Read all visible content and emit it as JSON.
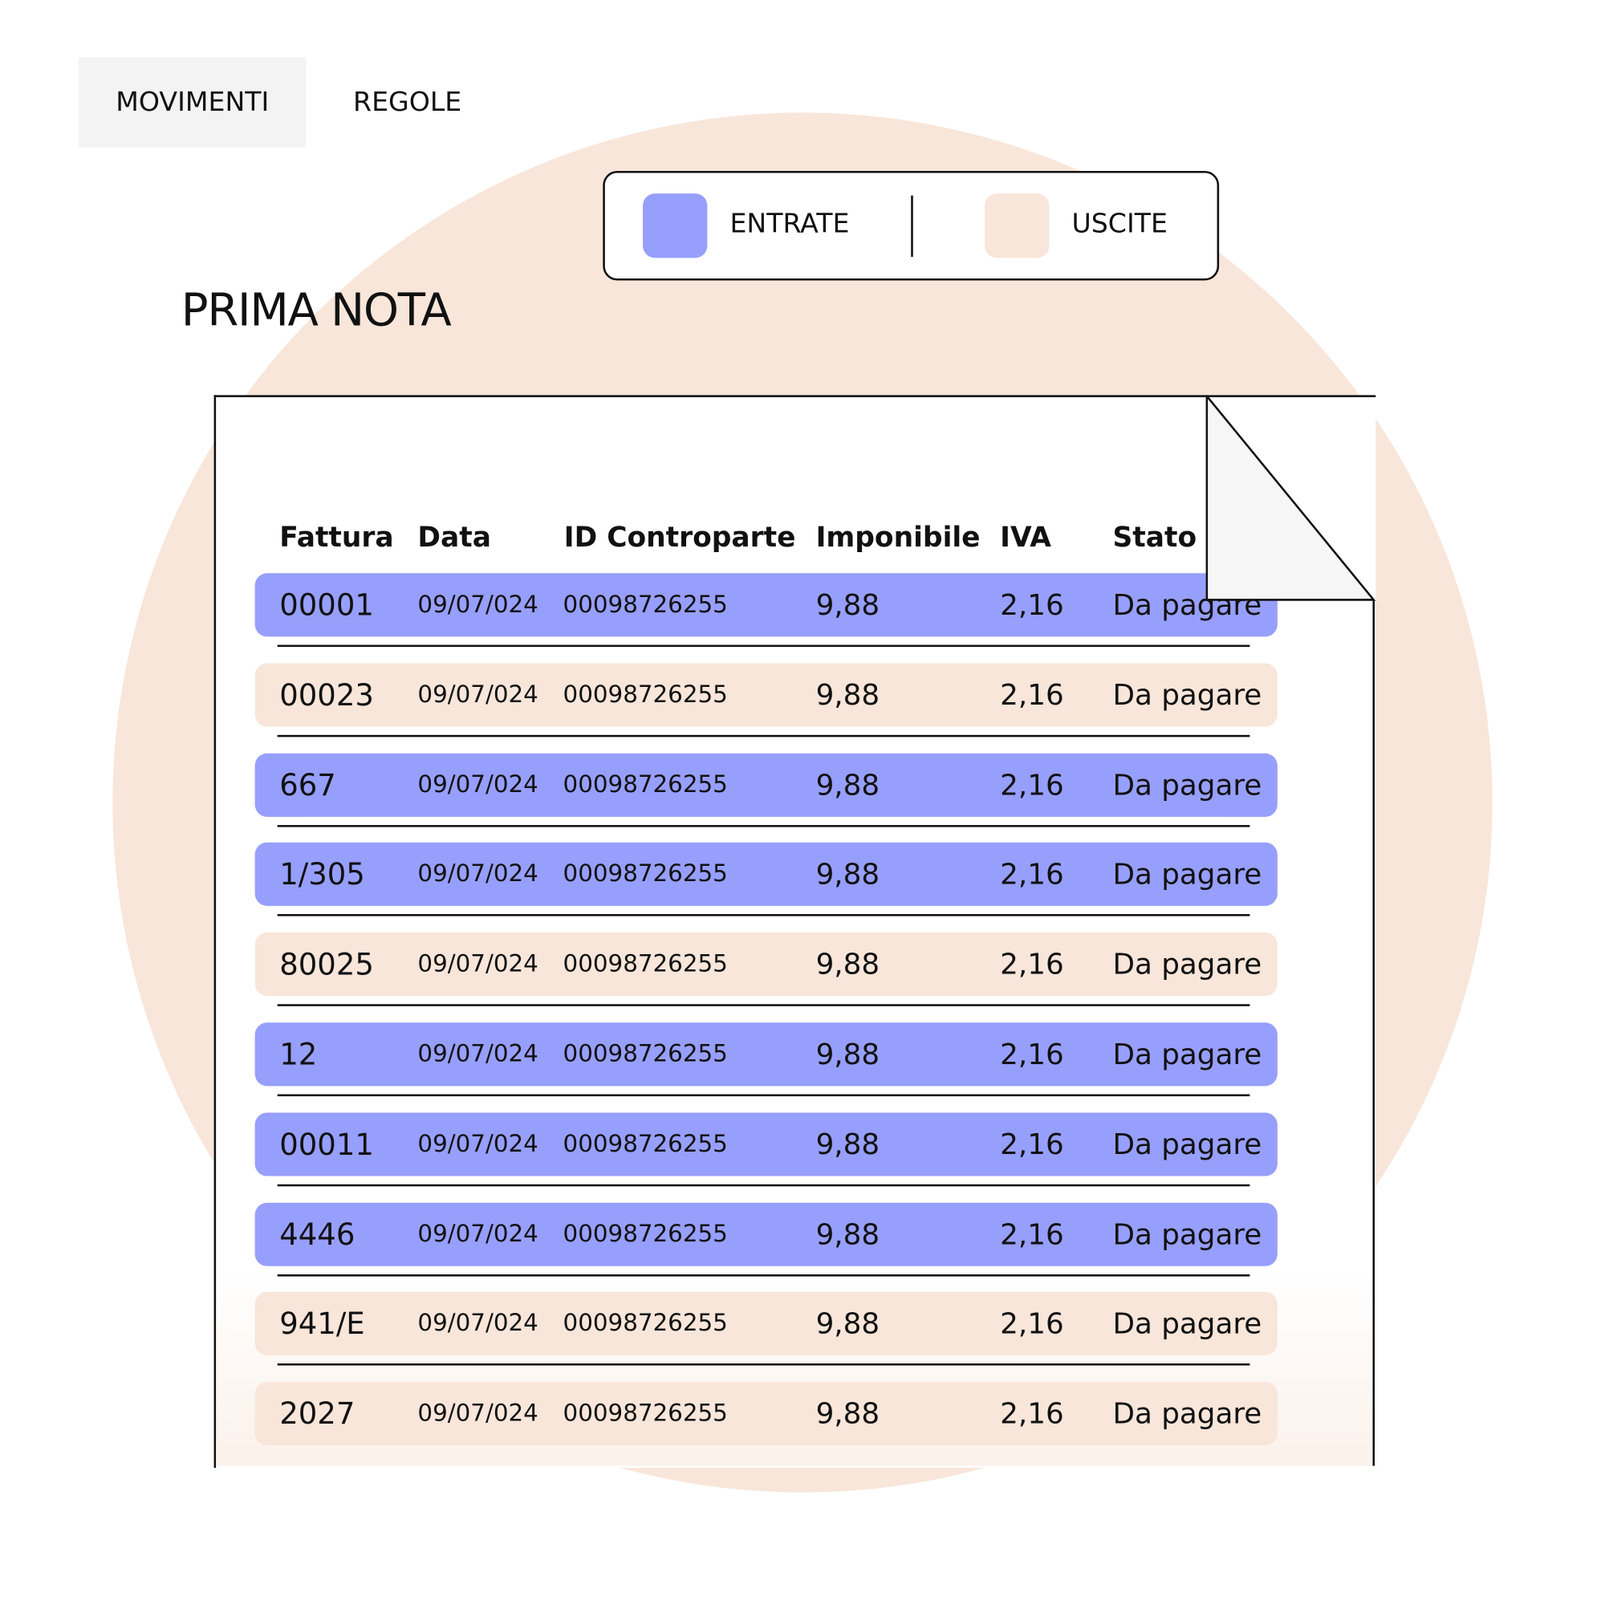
{
  "tabs": [
    {
      "label": "MOVIMENTI",
      "active": true
    },
    {
      "label": "REGOLE",
      "active": false
    }
  ],
  "legend": {
    "entrate": "ENTRATE",
    "uscite": "USCITE"
  },
  "colors": {
    "entrate": "#979ffc",
    "uscite": "#f8e6da",
    "background_circle": "#f8e6da"
  },
  "title": "PRIMA NOTA",
  "table": {
    "headers": [
      "Fattura",
      "Data",
      "ID Controparte",
      "Imponibile",
      "IVA",
      "Stato"
    ],
    "rows": [
      {
        "type": "entrate",
        "cells": [
          "00001",
          "09/07/024",
          "00098726255",
          "9,88",
          "2,16",
          "Da pagare"
        ]
      },
      {
        "type": "uscite",
        "cells": [
          "00023",
          "09/07/024",
          "00098726255",
          "9,88",
          "2,16",
          "Da pagare"
        ]
      },
      {
        "type": "entrate",
        "cells": [
          "667",
          "09/07/024",
          "00098726255",
          "9,88",
          "2,16",
          "Da pagare"
        ]
      },
      {
        "type": "entrate",
        "cells": [
          "1/305",
          "09/07/024",
          "00098726255",
          "9,88",
          "2,16",
          "Da pagare"
        ]
      },
      {
        "type": "uscite",
        "cells": [
          "80025",
          "09/07/024",
          "00098726255",
          "9,88",
          "2,16",
          "Da pagare"
        ]
      },
      {
        "type": "entrate",
        "cells": [
          "12",
          "09/07/024",
          "00098726255",
          "9,88",
          "2,16",
          "Da pagare"
        ]
      },
      {
        "type": "entrate",
        "cells": [
          "00011",
          "09/07/024",
          "00098726255",
          "9,88",
          "2,16",
          "Da pagare"
        ]
      },
      {
        "type": "entrate",
        "cells": [
          "4446",
          "09/07/024",
          "00098726255",
          "9,88",
          "2,16",
          "Da pagare"
        ]
      },
      {
        "type": "uscite",
        "cells": [
          "941/E",
          "09/07/024",
          "00098726255",
          "9,88",
          "2,16",
          "Da pagare"
        ]
      },
      {
        "type": "uscite",
        "cells": [
          "2027",
          "09/07/024",
          "00098726255",
          "9,88",
          "2,16",
          "Da pagare"
        ]
      }
    ]
  }
}
